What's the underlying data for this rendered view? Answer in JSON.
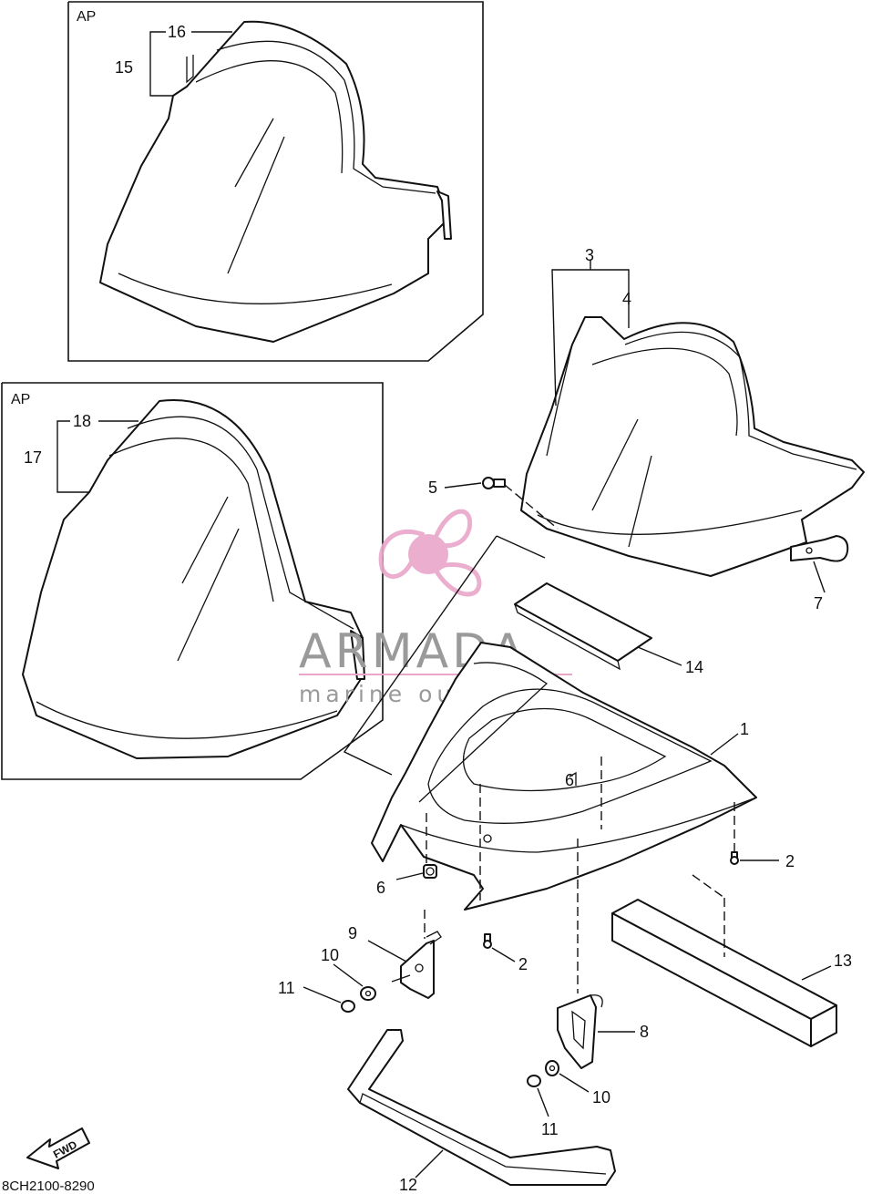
{
  "panels": [
    {
      "label": "AP"
    },
    {
      "label": "AP"
    }
  ],
  "callouts": {
    "n1": "1",
    "n2a": "2",
    "n2b": "2",
    "n3": "3",
    "n4": "4",
    "n5": "5",
    "n6a": "6",
    "n6b": "6",
    "n7": "7",
    "n8": "8",
    "n9": "9",
    "n10a": "10",
    "n10b": "10",
    "n11a": "11",
    "n11b": "11",
    "n12": "12",
    "n13": "13",
    "n14": "14",
    "n15": "15",
    "n16": "16",
    "n17": "17",
    "n18": "18"
  },
  "direction_badge": "FWD",
  "drawing_code": "8CH2100-8290",
  "watermark": {
    "brand": "ARMADA",
    "tagline": "marine outboards",
    "logo": "propeller-logo",
    "color": "#e9a6c9"
  }
}
